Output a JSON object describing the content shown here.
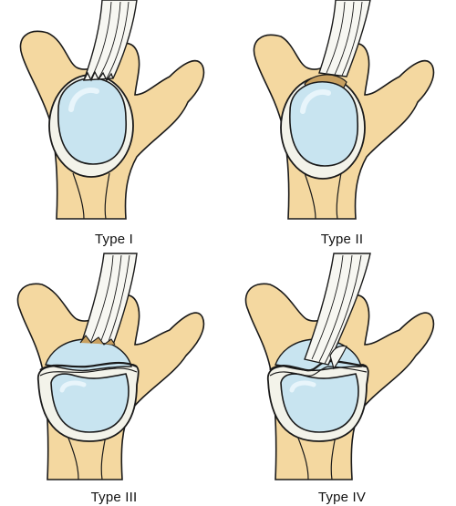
{
  "figure": {
    "panels": [
      {
        "label": "Type I"
      },
      {
        "label": "Type II"
      },
      {
        "label": "Type III"
      },
      {
        "label": "Type IV"
      }
    ]
  },
  "colors": {
    "bone": "#f4d8a0",
    "bone_shade": "#e7c27f",
    "labrum": "#f3f3ea",
    "cartilage": "#c8e4f0",
    "cartilage_light": "#e8f5fb",
    "tendon": "#f7f7f2",
    "outline": "#1a1a1a",
    "tear_fill": "#c8a060"
  }
}
